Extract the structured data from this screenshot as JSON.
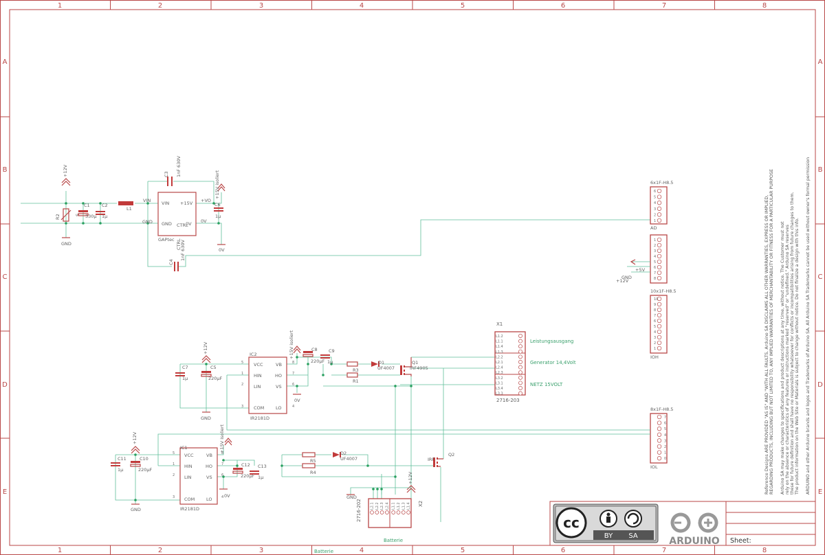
{
  "frame": {
    "columns": [
      "1",
      "2",
      "3",
      "4",
      "5",
      "6",
      "7",
      "8"
    ],
    "rows": [
      "A",
      "B",
      "C",
      "D",
      "E"
    ]
  },
  "parts": {
    "r2": "R2",
    "s": "S",
    "c1": "C1",
    "c1_val": "330µ",
    "c2": "C2",
    "c2_val": "1µ",
    "l1": "L1",
    "c3": "C3",
    "c3_val": "1nF 630V",
    "c4": "C4",
    "c4_val": "1nF 630V",
    "c6": "C6",
    "c6_val": "1µ",
    "gaptec": "GAPtec",
    "gap_vin": "VIN",
    "gap_gnd": "GND",
    "gap_15v": "+15V",
    "gap_ctrl": "CTRL",
    "gap_0v": "0V",
    "gap_ctrl2": "CTRL",
    "vin_net": "VIN",
    "gnd_net": "GND",
    "vo_net": "+VO",
    "ov_net": "0V",
    "c7": "C7",
    "c7_val": "1µ",
    "c5": "C5",
    "c5_val": "220µF",
    "ic2": "IC2",
    "ic2_val": "IR2181D",
    "ic1": "IC1",
    "ic1_val": "IR2181D",
    "ic_vcc": "VCC",
    "ic_hin": "HIN",
    "ic_lin": "LIN",
    "ic_com": "COM",
    "ic_vb": "VB",
    "ic_ho": "HO",
    "ic_vs": "VS",
    "ic_lo": "LO",
    "c8": "C8",
    "c8_val": "220µF",
    "c9": "C9",
    "c9_val": "1µ",
    "r3": "R3",
    "r1": "R1",
    "d1": "D1",
    "d1_val": "UF4007",
    "q1": "Q1",
    "q1_val": "IRF4905",
    "c11": "C11",
    "c11_val": "1µ",
    "c10": "C10",
    "c10_val": "220µF",
    "c12": "C12",
    "c12_val": "220µF",
    "c13": "C13",
    "c13_val": "1µ",
    "r5": "R5",
    "r4": "R4",
    "d2": "D2",
    "d2_val": "UF4007",
    "q2": "Q2",
    "q2_val": "IRF",
    "x1": "X1",
    "x1_val": "2716-203",
    "x2": "X2",
    "x2_val": "2716-202",
    "batterie": "Batterie",
    "batterie_bottom": "Batterie",
    "leistung": "Leistungsausgang",
    "generator": "Generator 14,4Volt",
    "netz": "NETZ 15VOLT",
    "ad_val": "6x1F-H8.5",
    "ad": "AD",
    "ioh_val": "10x1F-H8.5",
    "ioh": "IOH",
    "iol_val": "8x1F-H8.5",
    "iol": "IOL",
    "x1_pins": [
      "L1.2",
      "L1.1",
      "L1.4",
      "L1.3",
      "L2.2",
      "L2.1",
      "L2.4",
      "L2.3",
      "L3.2",
      "L3.1",
      "L3.4",
      "L3.3"
    ],
    "x2_pins": [
      "L2.1",
      "L2.2",
      "L2.3",
      "L2.4",
      "L1.1",
      "L1.2",
      "L1.3",
      "L1.4"
    ]
  },
  "nets": {
    "plus12v": "+12V",
    "gnd": "GND",
    "zero_v": "0V",
    "plus15v_isoliert": "+15V isoliert",
    "plus5v": "+5V",
    "lead_15v": "+15V isoliert"
  },
  "header_numbers": {
    "ad": [
      "6",
      "5",
      "4",
      "3",
      "2",
      "1"
    ],
    "ioh_top": [
      "1",
      "2",
      "3",
      "4",
      "5",
      "6",
      "7",
      "8"
    ],
    "ioh": [
      "10",
      "9",
      "8",
      "7",
      "6",
      "5",
      "4",
      "3",
      "2",
      "1"
    ],
    "iol": [
      "7",
      "6",
      "5",
      "4",
      "3",
      "2",
      "1",
      "0"
    ]
  },
  "disclaimer": [
    "Reference Designs ARE PROVIDED \"AS IS\" AND \"WITH ALL FAULTS. Arduino SA DISCLAIMS ALL OTHER WARRANTIES, EXPRESS OR IMPLIED,",
    "REGARDING PRODUCTS, INCLUDING BUT NOT LIMITED TO, ANY IMPLIED WARRANTIES OF MERCHANTABILITY OR FITNESS FOR A PARTICULAR PURPOSE",
    "Arduino SA may make changes to specifications and product descriptions at any time, without notice. The Customer must not",
    "rely on the absence or characteristics of any features or instructions marked \"reserved\" or \"undefined.\" Arduino SA reserves",
    "these for future definition and shall have no responsibility whatsoever for conflicts or incompatibilities arising from future changes to them.",
    "The product information on the Web Site or Materials is subject to change without notice. Do not finalize a design with this info.",
    "ARDUINO and other Arduino brands and logos and Trademarks of Arduino SA. All Arduino SA Trademarks cannot be used without owner's formal permission"
  ],
  "title_block": {
    "cc": "cc",
    "by": "BY",
    "sa": "SA",
    "brand": "ARDUINO",
    "sheet_label": "Sheet:"
  }
}
